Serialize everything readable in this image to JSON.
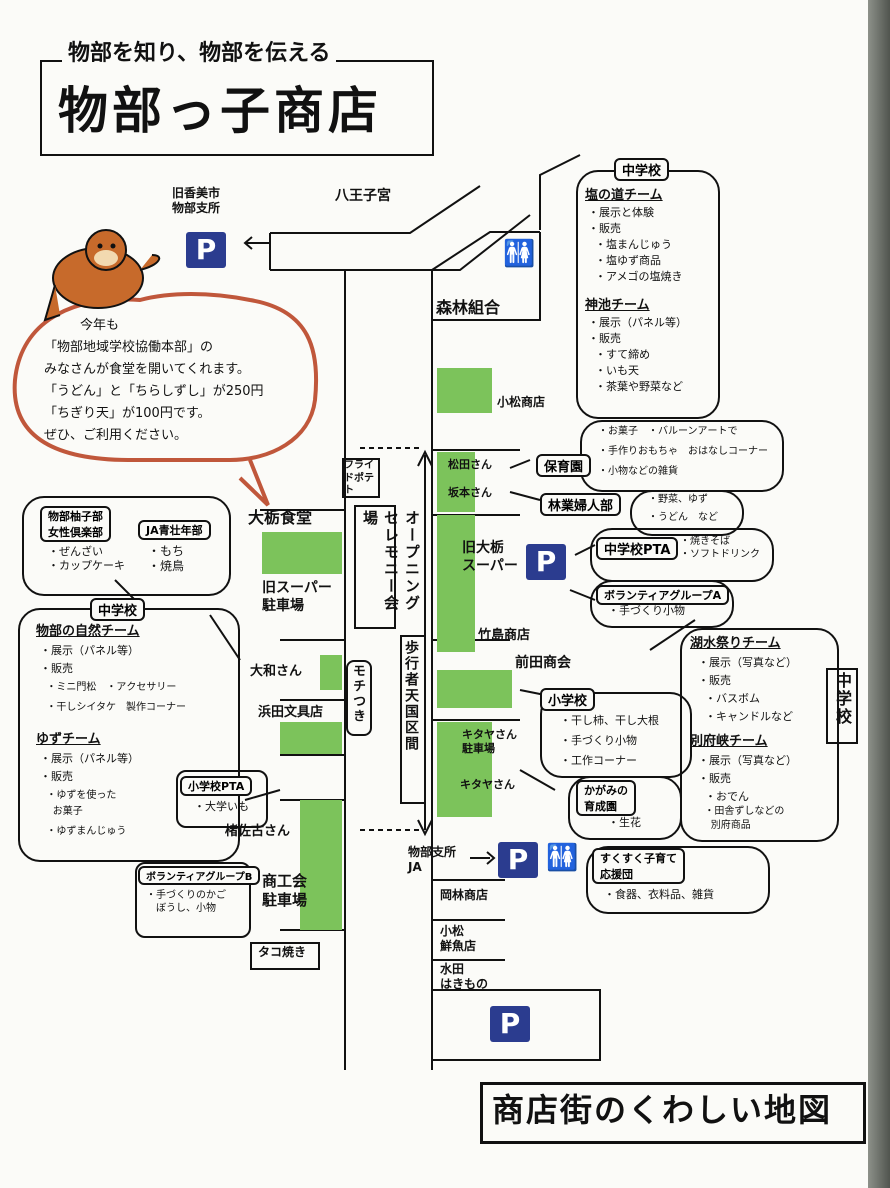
{
  "header": {
    "tagline": "物部を知り、物部を伝える",
    "title": "物部っ子商店"
  },
  "footer": {
    "title": "商店街のくわしい地図"
  },
  "bubble": {
    "lines": [
      "今年も",
      "「物部地域学校協働本部」の",
      "みなさんが食堂を開いてくれます。",
      "「うどん」と「ちらしずし」が250円",
      "「ちぎり天」が100円です。",
      "ぜひ、ご利用ください。"
    ]
  },
  "places": {
    "hachioji": "八王子宮",
    "old_office": "旧香美市\n物部支所",
    "shinrin": "森林組合",
    "komatsu": "小松商店",
    "matsuda": "松田さん",
    "sakamoto": "坂本さん",
    "old_super": "旧大栃\nスーパー",
    "takeshima": "竹島商店",
    "maeda": "前田商会",
    "kitaya_lot": "キタヤさん\n駐車場",
    "kitaya": "キタヤさん",
    "dining": "大栃食堂",
    "old_super_lot": "旧スーパー\n駐車場",
    "yamato": "大和さん",
    "hamada": "浜田文具店",
    "kusunoki": "楮佐古さん",
    "shokai_lot": "商工会\n駐車場",
    "ja_office": "物部支所\nJA",
    "okabayashi": "岡林商店",
    "komatsu_fish": "小松\n鮮魚店",
    "mizuta": "水田\nはきもの"
  },
  "vertical": {
    "ceremony": "オープニングセレモニー会場",
    "pedestrian": "歩行者天国区間",
    "fries": "フライドポテト",
    "mochi": "モチつき",
    "jhs": "中学校"
  },
  "groups": {
    "shio_header": "中学校",
    "shio_title": "塩の道チーム",
    "shio_items": [
      "・展示と体験",
      "・販売",
      "  ・塩まんじゅう",
      "  ・塩ゆず商品",
      "  ・アメゴの塩焼き"
    ],
    "kamiike_title": "神池チーム",
    "kamiike_items": [
      "・展示（パネル等）",
      "・販売",
      "  ・すて締め",
      "  ・いも天",
      "  ・茶葉や野菜など"
    ],
    "hoikuen": "保育園",
    "hoikuen_items": [
      "・お菓子　・バルーンアートで",
      "・手作りおもちゃ　おはなしコーナー",
      "・小物などの雑貨"
    ],
    "ringyo": "林業婦人部",
    "ringyo_items": [
      "・野菜、ゆず",
      "・うどん　など"
    ],
    "jhs_pta": "中学校PTA",
    "jhs_pta_items": "・焼きそば\n・ソフトドリンク",
    "vol_a": "ボランティアグループA",
    "vol_a_items": "・手づくり小物",
    "yuzu_club": "物部柚子部\n女性倶楽部",
    "yuzu_club_items": "・ぜんざい\n・カップケーキ",
    "ja_youth": "JA青壮年部",
    "ja_youth_items": "・もち\n・焼鳥",
    "nature_header": "中学校",
    "nature_title": "物部の自然チーム",
    "nature_items": [
      "・展示（パネル等）",
      "・販売",
      "  ・ミニ門松　・アクセサリー",
      "  ・干しシイタケ　製作コーナー"
    ],
    "yuzu_team": "ゆずチーム",
    "yuzu_team_items": [
      "・展示（パネル等）",
      "・販売",
      "  ・ゆずを使った",
      "    お菓子",
      "  ・ゆずまんじゅう"
    ],
    "es_pta": "小学校PTA",
    "es_pta_items": "・大学いも",
    "vol_b": "ボランティアグループB",
    "vol_b_items": "・手づくりのかご\n　ぼうし、小物",
    "takoyaki": "タコ焼き",
    "lake_title": "湖水祭りチーム",
    "lake_items": [
      "・展示（写真など）",
      "・販売",
      "  ・バスボム",
      "  ・キャンドルなど"
    ],
    "beppu_title": "別府峡チーム",
    "beppu_items": [
      "・展示（写真など）",
      "・販売",
      "  ・おでん",
      "  ・田舎ずしなどの",
      "    別府商品"
    ],
    "es": "小学校",
    "es_items": [
      "・干し柿、干し大根",
      "・手づくり小物",
      "・工作コーナー"
    ],
    "kagami": "かがみの\n育成園",
    "kagami_items": "・生花",
    "sukusuku": "すくすく子育て\n応援団",
    "sukusuku_items": "・食器、衣料品、雑貨"
  },
  "icons": {
    "parking": "P",
    "parking_color": "#2b3c8f",
    "green": "#7cc35b",
    "toilet": "toilet-icon"
  }
}
